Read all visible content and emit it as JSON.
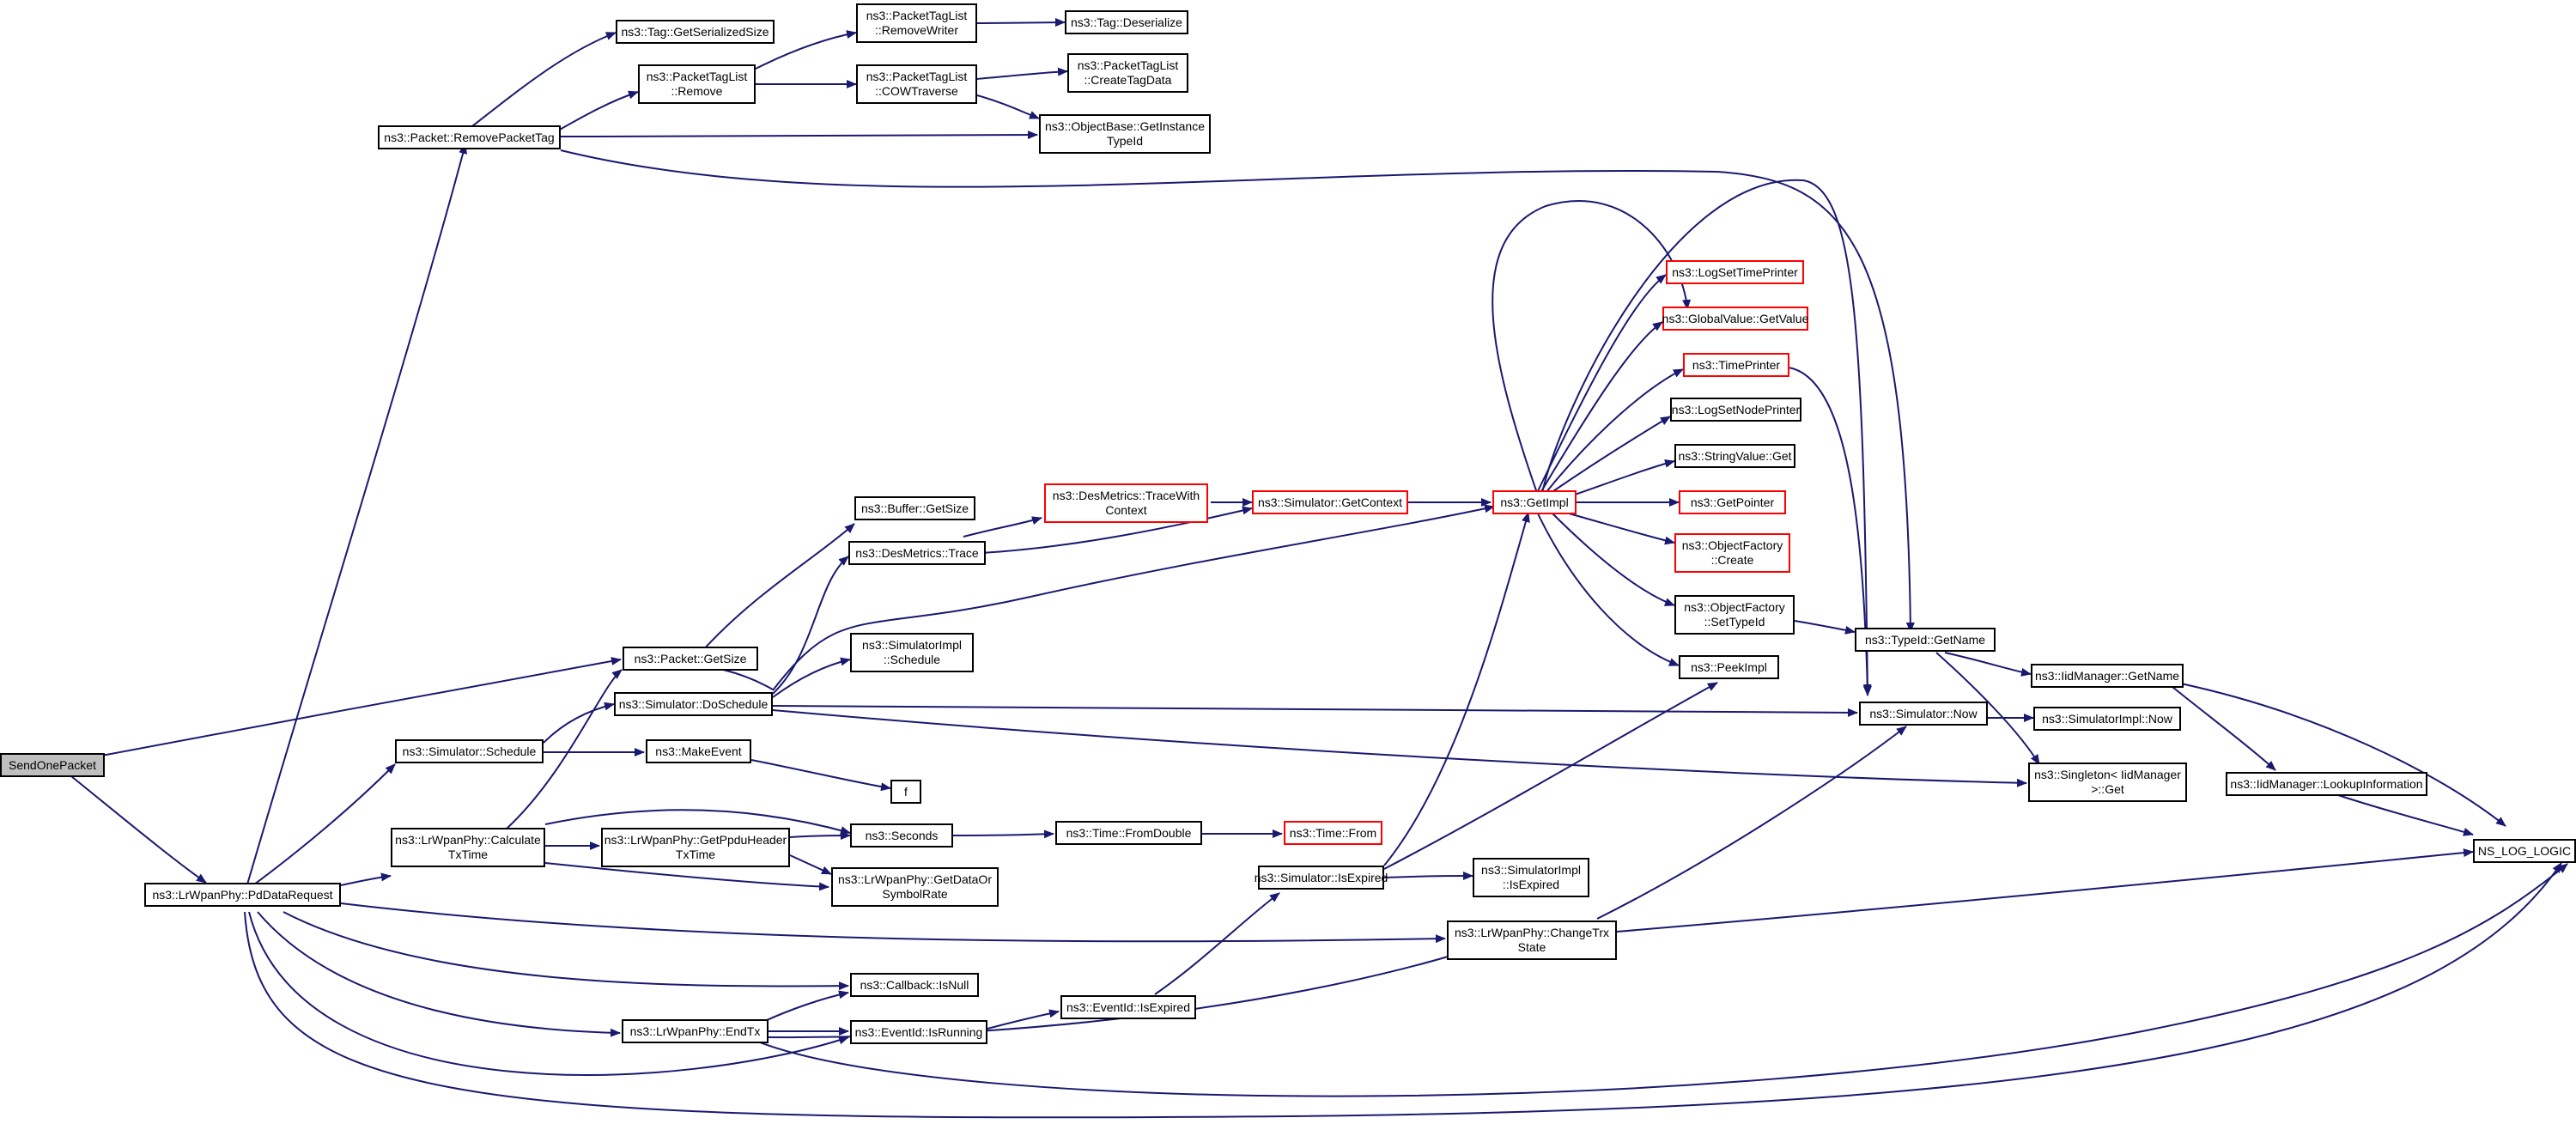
{
  "colors": {
    "edge": "#191970",
    "border": "#000000",
    "border_incomplete": "#ff0000",
    "root_fill": "#bfbfbf"
  },
  "nodes": {
    "sendonepacket": {
      "label": "SendOnePacket"
    },
    "pddatarequest": {
      "label": "ns3::LrWpanPhy::PdDataRequest"
    },
    "removepackettag": {
      "label": "ns3::Packet::RemovePacketTag"
    },
    "tag_getserializedsize": {
      "label": "ns3::Tag::GetSerializedSize"
    },
    "packettaglist_remove": {
      "label": "ns3::PacketTagList\n::Remove"
    },
    "packettaglist_removewriter": {
      "label": "ns3::PacketTagList\n::RemoveWriter"
    },
    "tag_deserialize": {
      "label": "ns3::Tag::Deserialize"
    },
    "packettaglist_cowtraverse": {
      "label": "ns3::PacketTagList\n::COWTraverse"
    },
    "packettaglist_createtagdata": {
      "label": "ns3::PacketTagList\n::CreateTagData"
    },
    "objectbase_getinstancetypeid": {
      "label": "ns3::ObjectBase::GetInstance\nTypeId"
    },
    "buffer_getsize": {
      "label": "ns3::Buffer::GetSize"
    },
    "desmetrics_trace": {
      "label": "ns3::DesMetrics::Trace"
    },
    "desmetrics_tracewithcontext": {
      "label": "ns3::DesMetrics::TraceWith\nContext"
    },
    "simulator_getcontext": {
      "label": "ns3::Simulator::GetContext"
    },
    "getimpl": {
      "label": "ns3::GetImpl"
    },
    "logsettimeprinter": {
      "label": "ns3::LogSetTimePrinter"
    },
    "globalvalue_getvalue": {
      "label": "ns3::GlobalValue::GetValue"
    },
    "timeprinter": {
      "label": "ns3::TimePrinter"
    },
    "logsetnodeprinter": {
      "label": "ns3::LogSetNodePrinter"
    },
    "stringvalue_get": {
      "label": "ns3::StringValue::Get"
    },
    "getpointer": {
      "label": "ns3::GetPointer"
    },
    "objectfactory_create": {
      "label": "ns3::ObjectFactory\n::Create"
    },
    "objectfactory_settypeid": {
      "label": "ns3::ObjectFactory\n::SetTypeId"
    },
    "peekimpl": {
      "label": "ns3::PeekImpl"
    },
    "typeid_getname": {
      "label": "ns3::TypeId::GetName"
    },
    "iidmanager_getname": {
      "label": "ns3::IidManager::GetName"
    },
    "simulator_now": {
      "label": "ns3::Simulator::Now"
    },
    "simulatorimpl_now": {
      "label": "ns3::SimulatorImpl::Now"
    },
    "singleton_get": {
      "label": "ns3::Singleton< IidManager\n >::Get"
    },
    "iidmanager_lookupinformation": {
      "label": "ns3::IidManager::LookupInformation"
    },
    "ns_log_logic": {
      "label": "NS_LOG_LOGIC"
    },
    "packet_getsize": {
      "label": "ns3::Packet::GetSize"
    },
    "simulatorimpl_schedule": {
      "label": "ns3::SimulatorImpl\n::Schedule"
    },
    "simulator_doschedule": {
      "label": "ns3::Simulator::DoSchedule"
    },
    "simulator_schedule": {
      "label": "ns3::Simulator::Schedule"
    },
    "makeevent": {
      "label": "ns3::MakeEvent"
    },
    "f": {
      "label": "f"
    },
    "calculatetxtime": {
      "label": "ns3::LrWpanPhy::Calculate\nTxTime"
    },
    "getppduheadertxtime": {
      "label": "ns3::LrWpanPhy::GetPpduHeader\nTxTime"
    },
    "seconds": {
      "label": "ns3::Seconds"
    },
    "time_fromdouble": {
      "label": "ns3::Time::FromDouble"
    },
    "time_from": {
      "label": "ns3::Time::From"
    },
    "getdataorsymbolrate": {
      "label": "ns3::LrWpanPhy::GetDataOr\nSymbolRate"
    },
    "simulator_isexpired": {
      "label": "ns3::Simulator::IsExpired"
    },
    "simulatorimpl_isexpired": {
      "label": "ns3::SimulatorImpl\n::IsExpired"
    },
    "changetrxstate": {
      "label": "ns3::LrWpanPhy::ChangeTrx\nState"
    },
    "callback_isnull": {
      "label": "ns3::Callback::IsNull"
    },
    "endtx": {
      "label": "ns3::LrWpanPhy::EndTx"
    },
    "eventid_isrunning": {
      "label": "ns3::EventId::IsRunning"
    },
    "eventid_isexpired": {
      "label": "ns3::EventId::IsExpired"
    }
  }
}
